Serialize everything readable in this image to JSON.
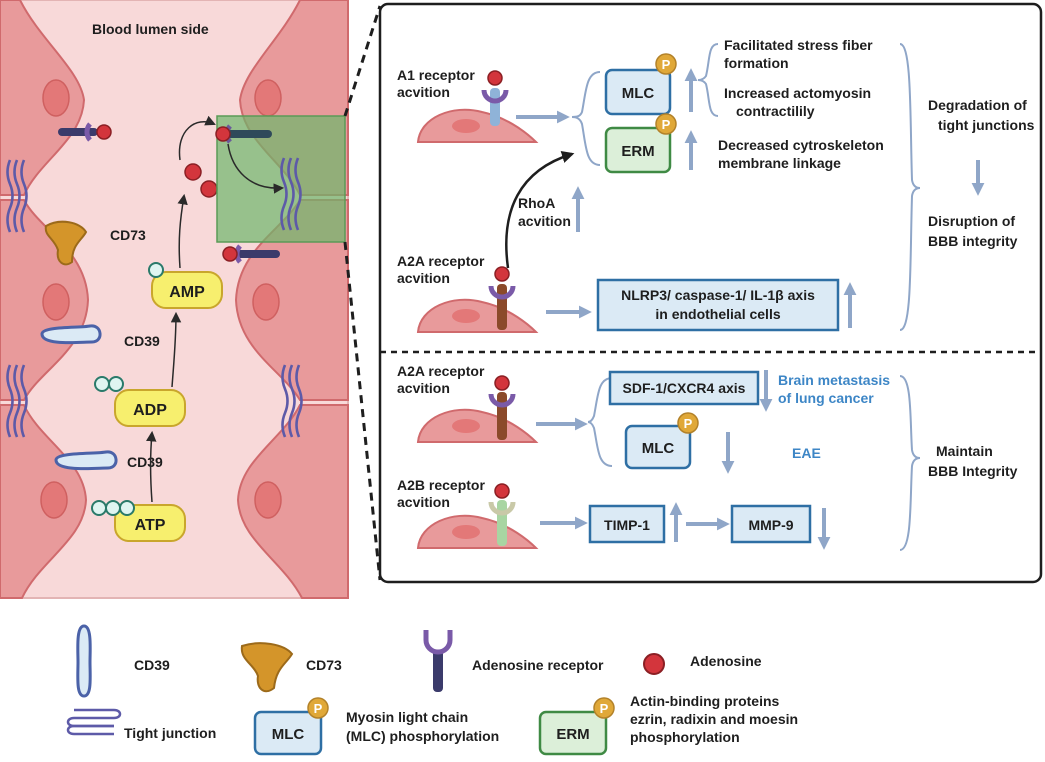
{
  "left_panel": {
    "title": "Blood lumen side",
    "cd73": "CD73",
    "cd39_upper": "CD39",
    "cd39_lower": "CD39",
    "amp": "AMP",
    "adp": "ADP",
    "atp": "ATP"
  },
  "upper": {
    "a1": [
      "A1 receptor",
      "acvition"
    ],
    "a2a": [
      "A2A receptor",
      "acvition"
    ],
    "rhoa": [
      "RhoA",
      "acvition"
    ],
    "mlc": "MLC",
    "erm": "ERM",
    "phospho": "P",
    "stress": [
      "Facilitated stress fiber",
      "formation"
    ],
    "actomyosin": [
      "Increased actomyosin",
      "contractilily"
    ],
    "cytoskeleton": [
      "Decreased cytroskeleton",
      "membrane linkage"
    ],
    "nlrp3": [
      "NLRP3/ caspase-1/ IL-1β axis",
      "in endothelial cells"
    ],
    "degradation": [
      "Degradation of",
      "tight junctions"
    ],
    "disruption": [
      "Disruption of",
      "BBB integrity"
    ]
  },
  "lower": {
    "a2a": [
      "A2A receptor",
      "acvition"
    ],
    "a2b": [
      "A2B receptor",
      "acvition"
    ],
    "sdf": "SDF-1/CXCR4 axis",
    "brain_metastasis": [
      "Brain metastasis",
      "of lung cancer"
    ],
    "mlc": "MLC",
    "eae": "EAE",
    "timp": "TIMP-1",
    "mmp": "MMP-9",
    "maintain": [
      "Maintain",
      "BBB Integrity"
    ]
  },
  "legend": {
    "cd39": "CD39",
    "cd73": "CD73",
    "receptor": "Adenosine receptor",
    "adenosine": "Adenosine",
    "tight_junction": "Tight junction",
    "mlc_box": "MLC",
    "mlc_desc": [
      "Myosin light chain",
      "(MLC) phosphorylation"
    ],
    "erm_box": "ERM",
    "erm_desc": [
      "Actin-binding proteins",
      "ezrin, radixin and moesin",
      "phosphorylation"
    ]
  },
  "colors": {
    "cell_fill": "#e89a9b",
    "cell_stroke": "#d06a6d",
    "lumen": "#f8d9d9",
    "nucleus": "#e37878",
    "box_blue_fill": "#dbeaf5",
    "box_blue_stroke": "#2e6fa4",
    "erm_fill": "#dcefd9",
    "erm_stroke": "#3f8a44",
    "phospho": "#e0a838",
    "adenosine": "#d3353c",
    "text_blue": "#3d86c6",
    "arrow": "#8fa6c8"
  }
}
